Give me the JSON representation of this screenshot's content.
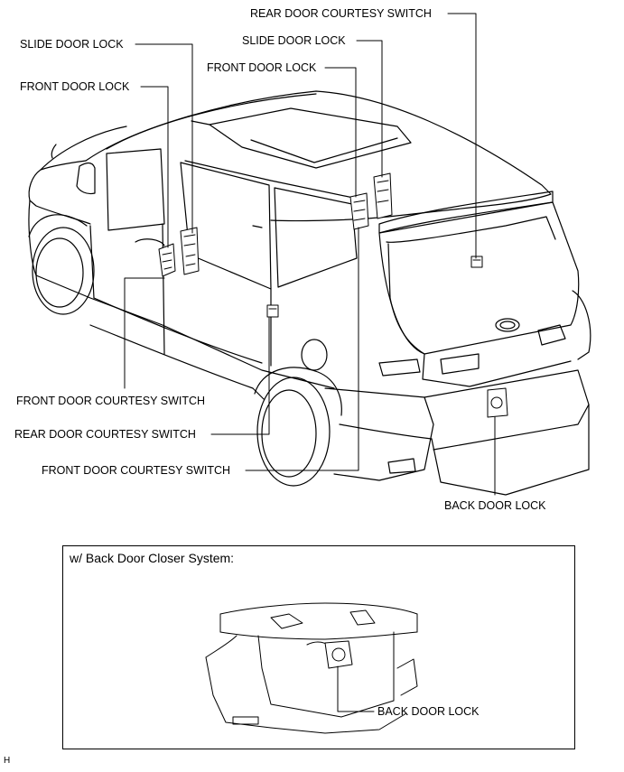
{
  "labels": {
    "rear_door_courtesy_switch_top": "REAR DOOR COURTESY SWITCH",
    "slide_door_lock_left": "SLIDE DOOR LOCK",
    "slide_door_lock_right": "SLIDE DOOR LOCK",
    "front_door_lock_left": "FRONT DOOR LOCK",
    "front_door_lock_right": "FRONT DOOR LOCK",
    "front_door_courtesy_switch_left": "FRONT DOOR COURTESY SWITCH",
    "rear_door_courtesy_switch_bottom": "REAR DOOR COURTESY SWITCH",
    "front_door_courtesy_switch_bottom": "FRONT DOOR COURTESY SWITCH",
    "back_door_lock_main": "BACK DOOR LOCK",
    "back_door_lock_inset": "BACK DOOR LOCK"
  },
  "inset": {
    "title": "w/ Back Door Closer System:"
  },
  "figure_code": "H"
}
